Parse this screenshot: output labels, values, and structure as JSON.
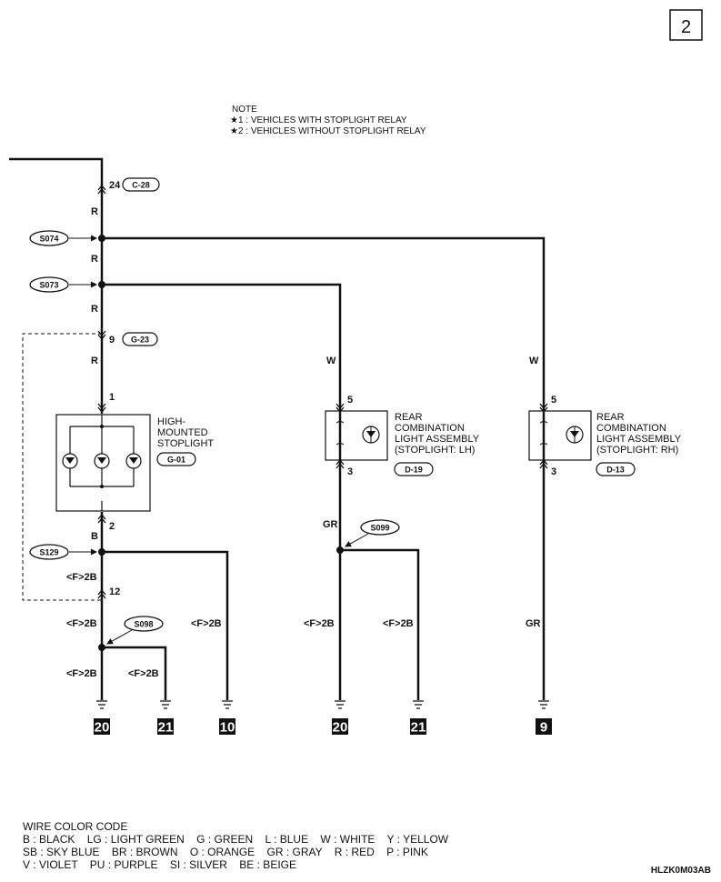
{
  "page_number": "2",
  "note": {
    "title": "NOTE",
    "lines": [
      "★1 : VEHICLES WITH STOPLIGHT RELAY",
      "★2 : VEHICLES WITHOUT STOPLIGHT RELAY"
    ]
  },
  "connectors": {
    "c28": {
      "pin": "24",
      "code": "C-28"
    },
    "g23": {
      "pin": "9",
      "code": "G-23"
    },
    "g01_pin_in": "1",
    "g01_pin_out": "2",
    "j12_pin": "12",
    "d19_pin_in": "5",
    "d19_pin_out": "3",
    "d13_pin_in": "5",
    "d13_pin_out": "3"
  },
  "splices": {
    "s074": "S074",
    "s073": "S073",
    "s129": "S129",
    "s098": "S098",
    "s099": "S099"
  },
  "wire_labels": {
    "r": "R",
    "w": "W",
    "b": "B",
    "gr": "GR",
    "f2b": "<F>2B"
  },
  "components": {
    "hms": {
      "lines": [
        "HIGH-",
        "MOUNTED",
        "STOPLIGHT"
      ],
      "code": "G-01"
    },
    "rcl_lh": {
      "lines": [
        "REAR",
        "COMBINATION",
        "LIGHT ASSEMBLY",
        "(STOPLIGHT: LH)"
      ],
      "code": "D-19"
    },
    "rcl_rh": {
      "lines": [
        "REAR",
        "COMBINATION",
        "LIGHT ASSEMBLY",
        "(STOPLIGHT: RH)"
      ],
      "code": "D-13"
    }
  },
  "grounds": [
    "20",
    "21",
    "10",
    "20",
    "21",
    "9"
  ],
  "wire_color_code": {
    "title": "WIRE COLOR CODE",
    "rows": [
      "B : BLACK    LG : LIGHT GREEN    G : GREEN    L : BLUE    W : WHITE    Y : YELLOW",
      "SB : SKY BLUE    BR : BROWN    O : ORANGE    GR : GRAY    R : RED    P : PINK",
      "V : VIOLET    PU : PURPLE    SI : SILVER    BE : BEIGE"
    ]
  },
  "diagram_id": "HLZK0M03AB"
}
